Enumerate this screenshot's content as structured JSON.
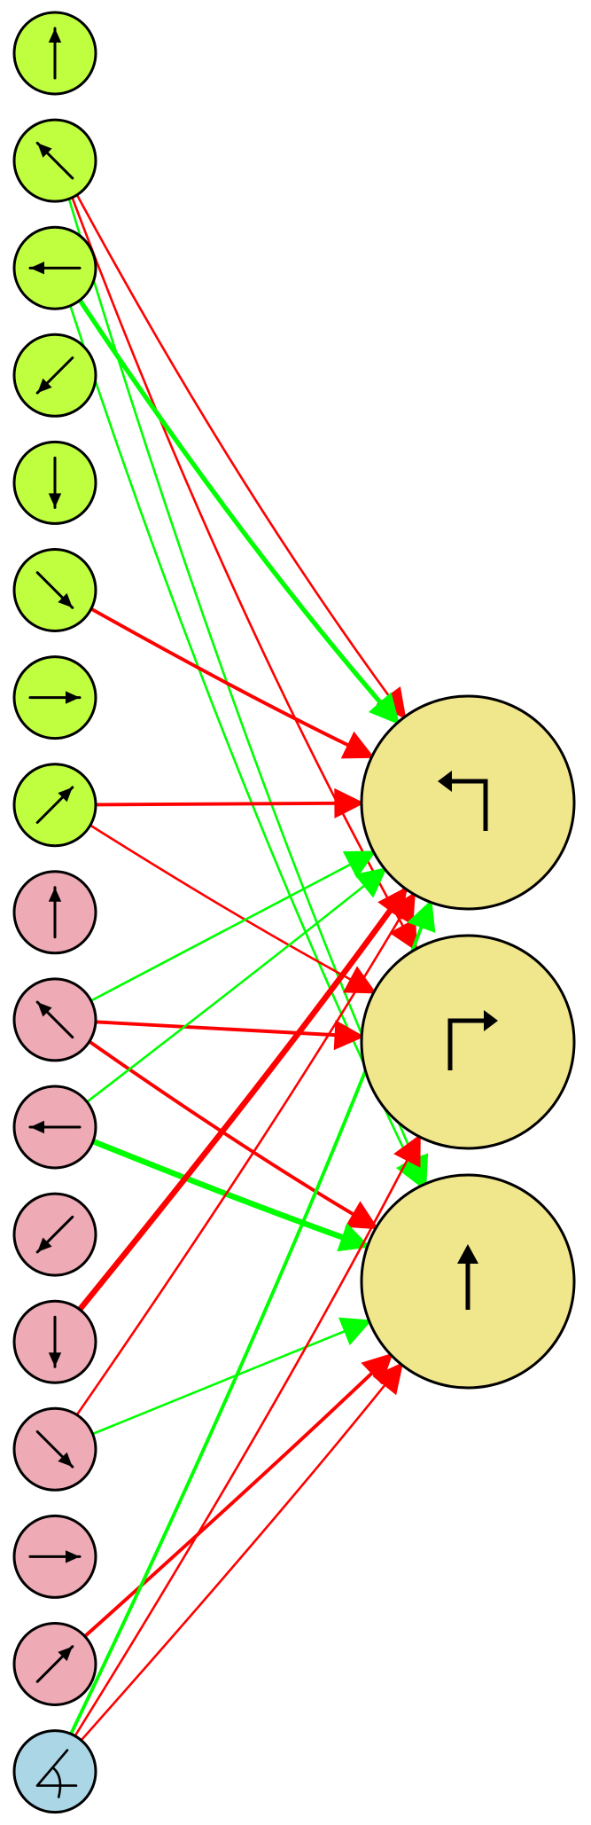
{
  "colors": {
    "green_node": "#bfff40",
    "pink_node": "#eeaab5",
    "blue_node": "#aad6e6",
    "output_node": "#f0e68c",
    "excitatory": "#00ff00",
    "inhibitory": "#ff0000",
    "stroke": "#000000"
  },
  "inputs": [
    {
      "id": "g0",
      "group": "green",
      "icon": "arrow-up-icon"
    },
    {
      "id": "g1",
      "group": "green",
      "icon": "arrow-up-left-icon"
    },
    {
      "id": "g2",
      "group": "green",
      "icon": "arrow-left-icon"
    },
    {
      "id": "g3",
      "group": "green",
      "icon": "arrow-down-left-icon"
    },
    {
      "id": "g4",
      "group": "green",
      "icon": "arrow-down-icon"
    },
    {
      "id": "g5",
      "group": "green",
      "icon": "arrow-down-right-icon"
    },
    {
      "id": "g6",
      "group": "green",
      "icon": "arrow-right-icon"
    },
    {
      "id": "g7",
      "group": "green",
      "icon": "arrow-up-right-icon"
    },
    {
      "id": "p0",
      "group": "pink",
      "icon": "arrow-up-icon"
    },
    {
      "id": "p1",
      "group": "pink",
      "icon": "arrow-up-left-icon"
    },
    {
      "id": "p2",
      "group": "pink",
      "icon": "arrow-left-icon"
    },
    {
      "id": "p3",
      "group": "pink",
      "icon": "arrow-down-left-icon"
    },
    {
      "id": "p4",
      "group": "pink",
      "icon": "arrow-down-icon"
    },
    {
      "id": "p5",
      "group": "pink",
      "icon": "arrow-down-right-icon"
    },
    {
      "id": "p6",
      "group": "pink",
      "icon": "arrow-right-icon"
    },
    {
      "id": "p7",
      "group": "pink",
      "icon": "arrow-up-right-icon"
    },
    {
      "id": "b0",
      "group": "blue",
      "icon": "angle-icon"
    }
  ],
  "outputs": [
    {
      "id": "o0",
      "icon": "turn-left-icon"
    },
    {
      "id": "o1",
      "icon": "turn-right-icon"
    },
    {
      "id": "o2",
      "icon": "forward-arrow-icon"
    }
  ],
  "connections": [
    {
      "from": "g1",
      "to": "o0",
      "sign": "inhibitory",
      "weight": 2
    },
    {
      "from": "g1",
      "to": "o1",
      "sign": "inhibitory",
      "weight": 2
    },
    {
      "from": "g1",
      "to": "o2",
      "sign": "excitatory",
      "weight": 2
    },
    {
      "from": "g2",
      "to": "o0",
      "sign": "excitatory",
      "weight": 4
    },
    {
      "from": "g2",
      "to": "o2",
      "sign": "excitatory",
      "weight": 2
    },
    {
      "from": "g5",
      "to": "o0",
      "sign": "inhibitory",
      "weight": 3
    },
    {
      "from": "g7",
      "to": "o0",
      "sign": "inhibitory",
      "weight": 3
    },
    {
      "from": "g7",
      "to": "o1",
      "sign": "inhibitory",
      "weight": 2
    },
    {
      "from": "p1",
      "to": "o0",
      "sign": "excitatory",
      "weight": 2
    },
    {
      "from": "p1",
      "to": "o1",
      "sign": "inhibitory",
      "weight": 3
    },
    {
      "from": "p1",
      "to": "o2",
      "sign": "inhibitory",
      "weight": 3
    },
    {
      "from": "p2",
      "to": "o0",
      "sign": "excitatory",
      "weight": 2
    },
    {
      "from": "p2",
      "to": "o2",
      "sign": "excitatory",
      "weight": 5
    },
    {
      "from": "p4",
      "to": "o0",
      "sign": "inhibitory",
      "weight": 5
    },
    {
      "from": "p5",
      "to": "o0",
      "sign": "inhibitory",
      "weight": 2
    },
    {
      "from": "p5",
      "to": "o2",
      "sign": "excitatory",
      "weight": 2
    },
    {
      "from": "p7",
      "to": "o2",
      "sign": "inhibitory",
      "weight": 3
    },
    {
      "from": "b0",
      "to": "o0",
      "sign": "excitatory",
      "weight": 3
    },
    {
      "from": "b0",
      "to": "o1",
      "sign": "inhibitory",
      "weight": 2
    },
    {
      "from": "b0",
      "to": "o2",
      "sign": "inhibitory",
      "weight": 2
    }
  ]
}
